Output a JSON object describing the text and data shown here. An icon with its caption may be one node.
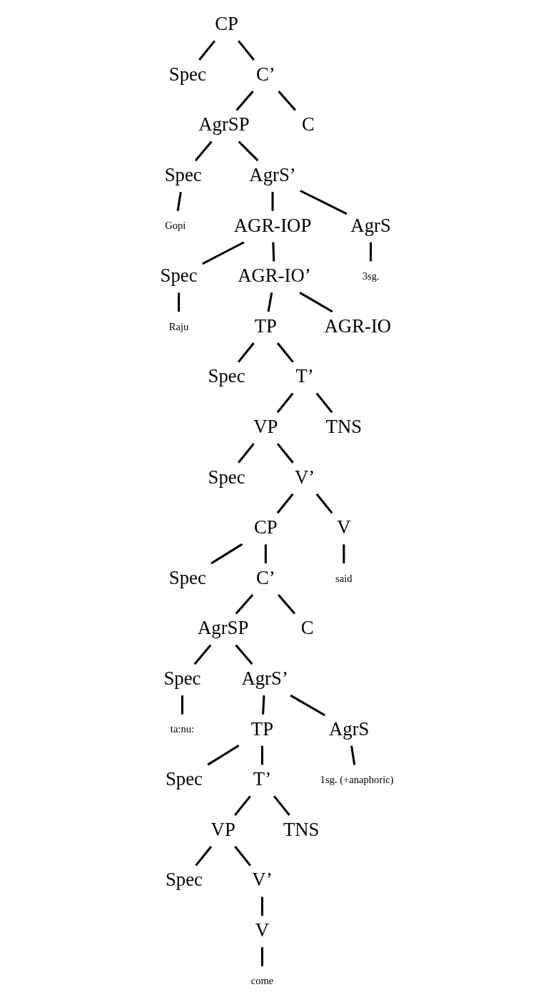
{
  "diagram": {
    "nodes": [
      {
        "text": [
          "CP"
        ]
      },
      {
        "text": [
          "Spec"
        ]
      },
      {
        "text": [
          "C’"
        ]
      },
      {
        "text": [
          "AgrSP"
        ]
      },
      {
        "text": [
          "C"
        ]
      },
      {
        "text": [
          "Spec"
        ]
      },
      {
        "text": [
          "AgrS’"
        ]
      },
      {
        "text": [
          "Gopi"
        ]
      },
      {
        "text": [
          "AGR-IOP"
        ]
      },
      {
        "text": [
          "AgrS"
        ]
      },
      {
        "text": [
          "Spec"
        ]
      },
      {
        "text": [
          "AGR-IO’"
        ]
      },
      {
        "text": [
          "3sg."
        ]
      },
      {
        "text": [
          "Raju"
        ]
      },
      {
        "text": [
          "TP"
        ]
      },
      {
        "text": [
          "AGR-IO"
        ]
      },
      {
        "text": [
          "Spec"
        ]
      },
      {
        "text": [
          "T’"
        ]
      },
      {
        "text": [
          "VP"
        ]
      },
      {
        "text": [
          "TNS"
        ]
      },
      {
        "text": [
          "Spec"
        ]
      },
      {
        "text": [
          "V’"
        ]
      },
      {
        "text": [
          "CP"
        ]
      },
      {
        "text": [
          "V"
        ]
      },
      {
        "text": [
          "Spec"
        ]
      },
      {
        "text": [
          "C’"
        ]
      },
      {
        "text": [
          "said"
        ]
      },
      {
        "text": [
          "AgrSP"
        ]
      },
      {
        "text": [
          "C"
        ]
      },
      {
        "text": [
          "Spec"
        ]
      },
      {
        "text": [
          "AgrS’"
        ]
      },
      {
        "text": [
          "ta:nu:"
        ]
      },
      {
        "text": [
          "TP"
        ]
      },
      {
        "text": [
          "AgrS"
        ]
      },
      {
        "text": [
          "Spec"
        ]
      },
      {
        "text": [
          "T’"
        ]
      },
      {
        "text": [
          "1sg. (+anaphoric)"
        ]
      },
      {
        "text": [
          "VP"
        ]
      },
      {
        "text": [
          "TNS"
        ]
      },
      {
        "text": [
          "Spec"
        ]
      },
      {
        "text": [
          "V’"
        ]
      },
      {
        "text": [
          "V"
        ]
      },
      {
        "text": [
          "come"
        ]
      }
    ],
    "edges": [
      {
        "from": 0,
        "to": 1,
        "arrow": "none"
      },
      {
        "from": 0,
        "to": 2,
        "arrow": "none"
      },
      {
        "from": 2,
        "to": 3,
        "arrow": "none"
      },
      {
        "from": 2,
        "to": 4,
        "arrow": "none"
      },
      {
        "from": 3,
        "to": 5,
        "arrow": "none"
      },
      {
        "from": 3,
        "to": 6,
        "arrow": "none"
      },
      {
        "from": 5,
        "to": 7,
        "arrow": "none"
      },
      {
        "from": 6,
        "to": 8,
        "arrow": "none"
      },
      {
        "from": 6,
        "to": 9,
        "arrow": "none"
      },
      {
        "from": 8,
        "to": 10,
        "arrow": "none"
      },
      {
        "from": 8,
        "to": 11,
        "arrow": "none"
      },
      {
        "from": 9,
        "to": 12,
        "arrow": "none"
      },
      {
        "from": 10,
        "to": 13,
        "arrow": "none"
      },
      {
        "from": 11,
        "to": 14,
        "arrow": "none"
      },
      {
        "from": 11,
        "to": 15,
        "arrow": "none"
      },
      {
        "from": 14,
        "to": 16,
        "arrow": "none"
      },
      {
        "from": 14,
        "to": 17,
        "arrow": "none"
      },
      {
        "from": 17,
        "to": 18,
        "arrow": "none"
      },
      {
        "from": 17,
        "to": 19,
        "arrow": "none"
      },
      {
        "from": 18,
        "to": 20,
        "arrow": "none"
      },
      {
        "from": 18,
        "to": 21,
        "arrow": "none"
      },
      {
        "from": 21,
        "to": 22,
        "arrow": "none"
      },
      {
        "from": 21,
        "to": 23,
        "arrow": "none"
      },
      {
        "from": 22,
        "to": 24,
        "arrow": "none"
      },
      {
        "from": 22,
        "to": 25,
        "arrow": "none"
      },
      {
        "from": 23,
        "to": 26,
        "arrow": "none"
      },
      {
        "from": 25,
        "to": 27,
        "arrow": "none"
      },
      {
        "from": 25,
        "to": 28,
        "arrow": "none"
      },
      {
        "from": 27,
        "to": 29,
        "arrow": "none"
      },
      {
        "from": 27,
        "to": 30,
        "arrow": "none"
      },
      {
        "from": 29,
        "to": 31,
        "arrow": "none"
      },
      {
        "from": 30,
        "to": 32,
        "arrow": "none"
      },
      {
        "from": 30,
        "to": 33,
        "arrow": "none"
      },
      {
        "from": 32,
        "to": 34,
        "arrow": "none"
      },
      {
        "from": 32,
        "to": 35,
        "arrow": "none"
      },
      {
        "from": 33,
        "to": 36,
        "arrow": "none"
      },
      {
        "from": 35,
        "to": 37,
        "arrow": "none"
      },
      {
        "from": 35,
        "to": 38,
        "arrow": "none"
      },
      {
        "from": 37,
        "to": 39,
        "arrow": "none"
      },
      {
        "from": 37,
        "to": 40,
        "arrow": "none"
      },
      {
        "from": 40,
        "to": 41,
        "arrow": "none"
      },
      {
        "from": 41,
        "to": 42,
        "arrow": "none"
      }
    ]
  }
}
